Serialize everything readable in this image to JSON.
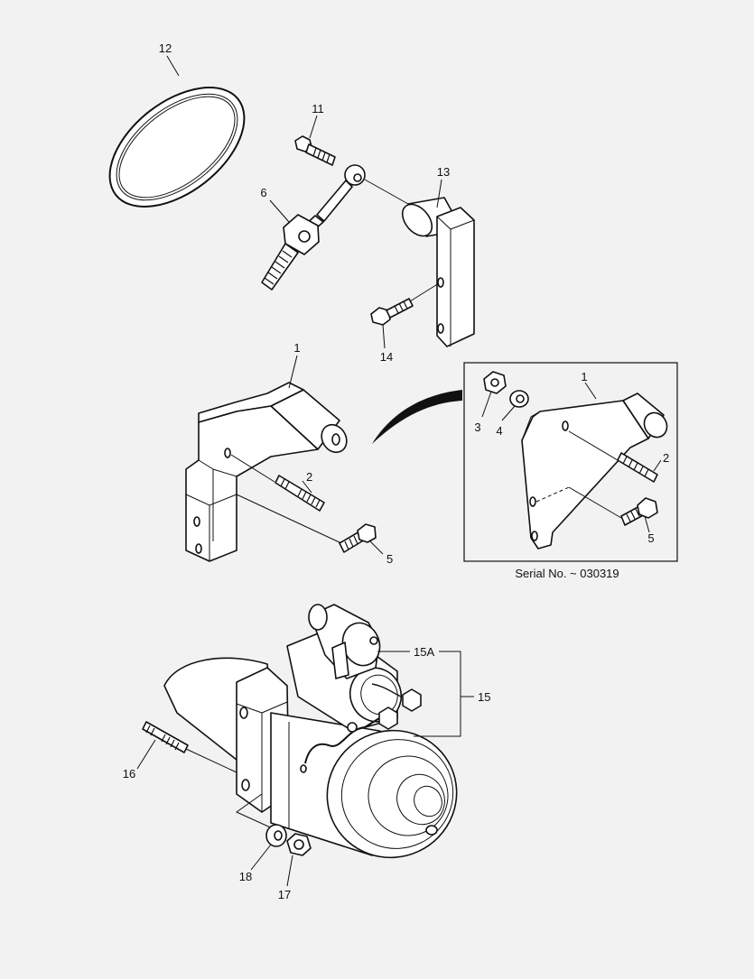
{
  "callouts": {
    "c12": "12",
    "c11": "11",
    "c13": "13",
    "c6": "6",
    "c14": "14",
    "c1_main": "1",
    "c2_main": "2",
    "c5_main": "5",
    "c1_inset": "1",
    "c2_inset": "2",
    "c3_inset": "3",
    "c4_inset": "4",
    "c5_inset": "5",
    "c15A": "15A",
    "c15": "15",
    "c16": "16",
    "c17": "17",
    "c18": "18"
  },
  "inset": {
    "caption": "Serial No. ~ 030319"
  }
}
